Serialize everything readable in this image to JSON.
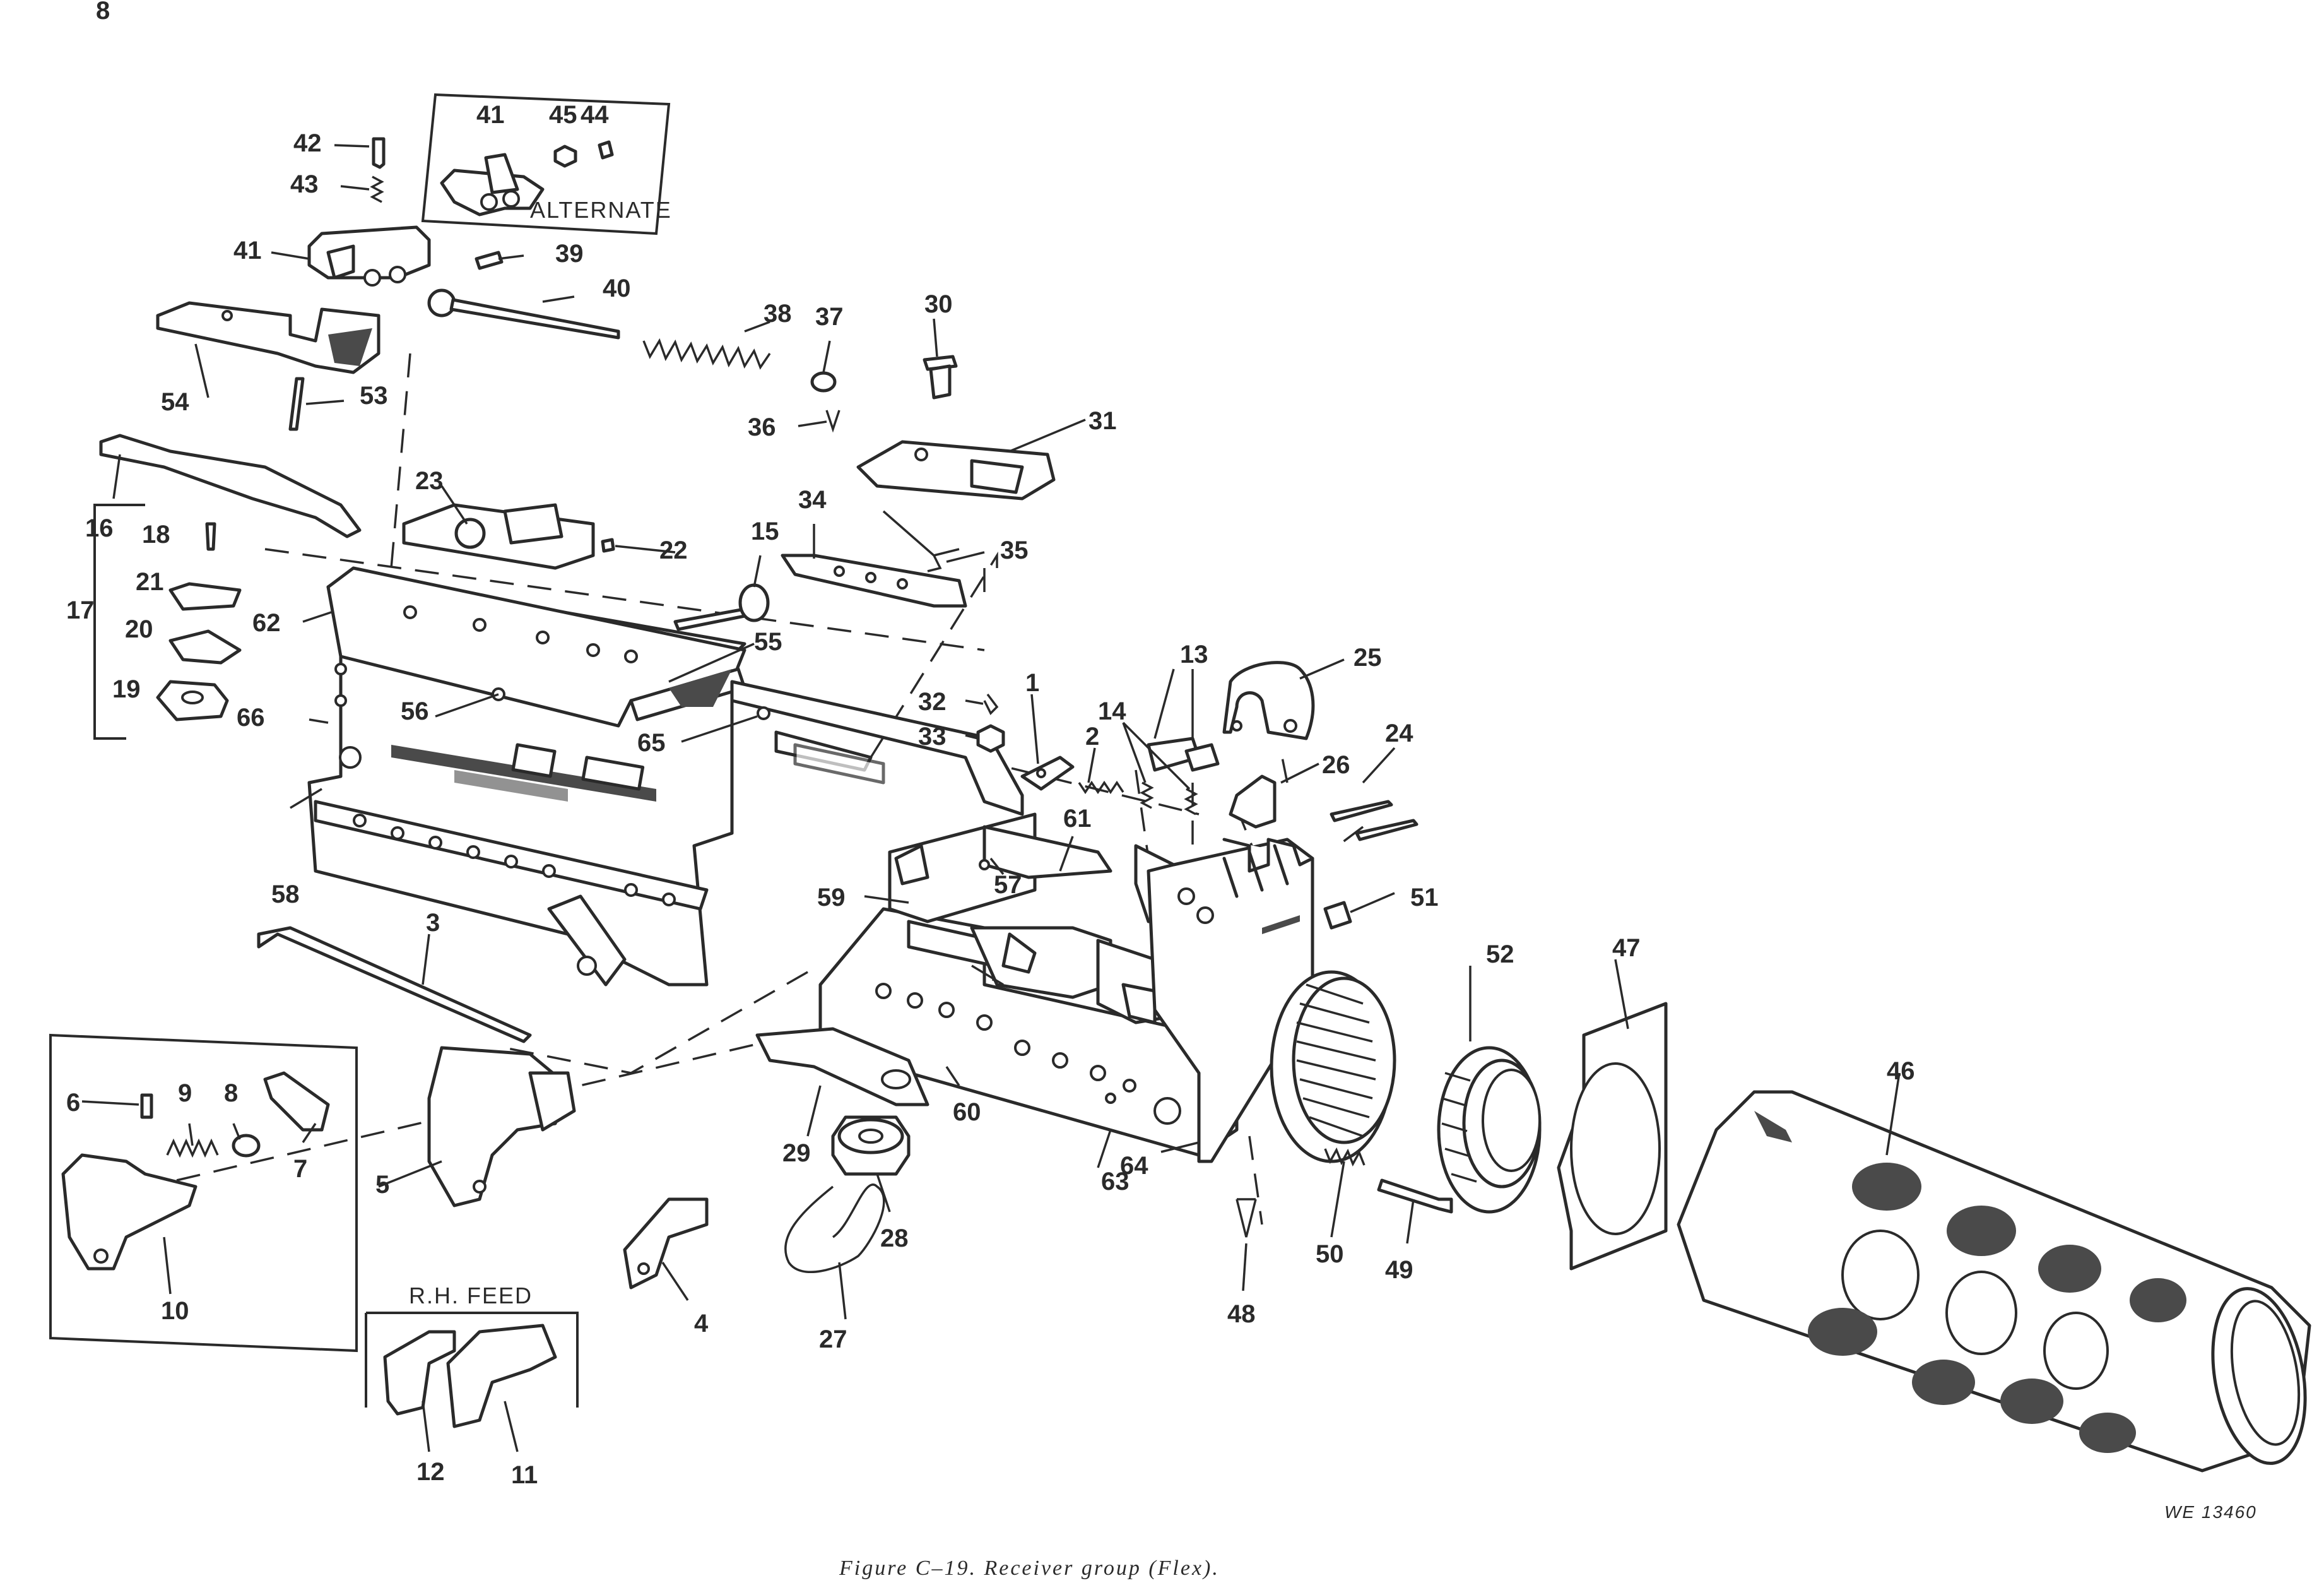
{
  "figure": {
    "caption": "Figure C–19. Receiver group (Flex).",
    "drawing_code": "WE 13460",
    "corner_mark": "8"
  },
  "insets": {
    "alternate_label": "ALTERNATE",
    "rh_feed_label": "R.H. FEED"
  },
  "callouts": [
    "1",
    "2",
    "3",
    "4",
    "5",
    "6",
    "7",
    "8",
    "9",
    "10",
    "11",
    "12",
    "13",
    "14",
    "15",
    "16",
    "17",
    "18",
    "19",
    "20",
    "21",
    "22",
    "23",
    "24",
    "25",
    "26",
    "27",
    "28",
    "29",
    "30",
    "31",
    "32",
    "33",
    "34",
    "35",
    "36",
    "37",
    "38",
    "39",
    "40",
    "41",
    "41",
    "42",
    "43",
    "44",
    "45",
    "46",
    "47",
    "48",
    "49",
    "50",
    "51",
    "52",
    "53",
    "54",
    "55",
    "56",
    "57",
    "58",
    "59",
    "60",
    "61",
    "62",
    "63",
    "64",
    "65",
    "66"
  ]
}
